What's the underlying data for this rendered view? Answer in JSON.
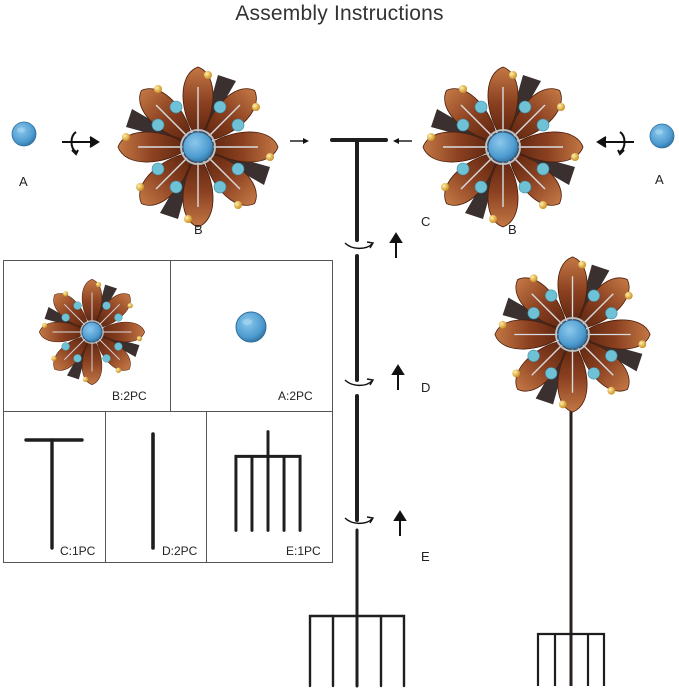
{
  "title": "Assembly Instructions",
  "step_labels": {
    "a_left": "A",
    "b_left": "B",
    "c": "C",
    "b_right": "B",
    "a_right": "A",
    "d": "D",
    "e": "E"
  },
  "parts": {
    "b": "B:2PC",
    "a": "A:2PC",
    "c": "C:1PC",
    "d": "D:2PC",
    "e": "E:1PC"
  },
  "colors": {
    "petal_dark": "#6e2f14",
    "petal_light": "#b8683a",
    "cap_blue": "#4d9bd0",
    "flower_teal": "#6fc1d6",
    "pole": "#1e1e1e",
    "box_border": "#555555"
  },
  "icons": [
    "rotate-arrow-icon",
    "arrow-right-icon",
    "arrow-left-icon",
    "arrow-up-icon",
    "twist-arrow-icon"
  ]
}
